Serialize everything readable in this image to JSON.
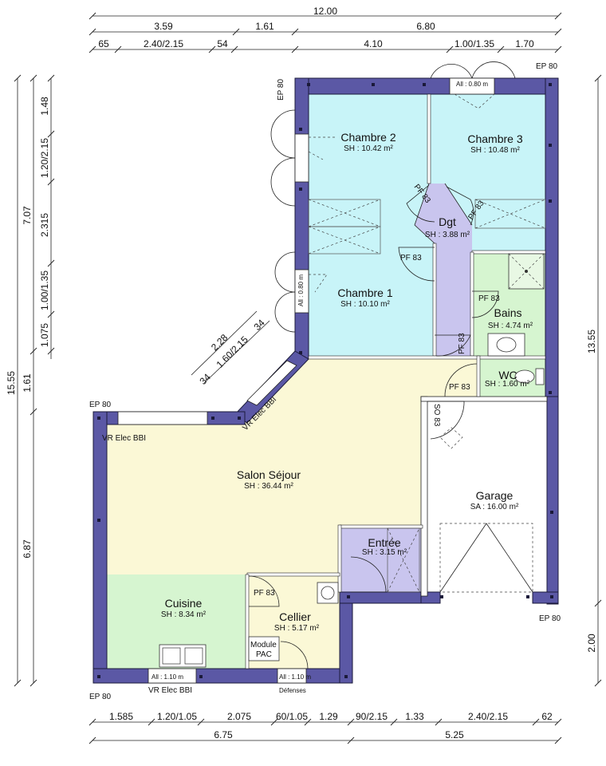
{
  "dimensions": {
    "top_total": "12.00",
    "top_row2": [
      "3.59",
      "1.61",
      "6.80"
    ],
    "top_row3": [
      "65",
      "2.40/2.15",
      "54",
      "4.10",
      "1.00/1.35",
      "1.70"
    ],
    "bottom_row1": [
      "1.585",
      "1.20/1.05",
      "2.075",
      "60/1.05",
      "1.29",
      "90/2.15",
      "1.33",
      "2.40/2.15",
      "62"
    ],
    "bottom_row2": [
      "6.75",
      "5.25"
    ],
    "left_outer": [
      "15.55"
    ],
    "left_mid": [
      "7.07",
      "1.61",
      "6.87"
    ],
    "left_inner": [
      "1.48",
      "1.20/2.15",
      "2.315",
      "1.00/1.35",
      "1.075"
    ],
    "right_outer": [
      "13.55",
      "2.00"
    ],
    "diagonal": [
      "2.28",
      "34",
      "1.60/2.15",
      "34"
    ]
  },
  "rooms": [
    {
      "name": "Chambre 2",
      "area": "SH : 10.42 m²",
      "color": "#c8f4f8"
    },
    {
      "name": "Chambre 3",
      "area": "SH : 10.48 m²",
      "color": "#c8f4f8"
    },
    {
      "name": "Dgt",
      "area": "SH : 3.88 m²",
      "color": "#c9c5ee"
    },
    {
      "name": "Chambre 1",
      "area": "SH : 10.10 m²",
      "color": "#c8f4f8"
    },
    {
      "name": "Bains",
      "area": "SH : 4.74 m²",
      "color": "#d6f5d0"
    },
    {
      "name": "WC",
      "area": "SH : 1.60 m²",
      "color": "#d6f5d0"
    },
    {
      "name": "Salon Séjour",
      "area": "SH : 36.44 m²",
      "color": "#fbf8d6"
    },
    {
      "name": "Garage",
      "area": "SA : 16.00 m²",
      "color": "#ffffff"
    },
    {
      "name": "Entrée",
      "area": "SH : 3.15 m²",
      "color": "#c9c5ee"
    },
    {
      "name": "Cuisine",
      "area": "SH : 8.34 m²",
      "color": "#d6f5d0"
    },
    {
      "name": "Cellier",
      "area": "SH : 5.17 m²",
      "color": "#fbf8d6"
    }
  ],
  "tags": {
    "ep80": "EP 80",
    "pf83": "PF 83",
    "so83": "SO 83",
    "all080": "All : 0.80 m",
    "all110": "All : 1.10 m",
    "vr_elec": "VR Elec BBI",
    "defenses": "Défenses",
    "module_pac_1": "Module",
    "module_pac_2": "PAC"
  },
  "colors": {
    "wall": "#5b58a5",
    "bedroom": "#c8f4f8",
    "hall": "#c9c5ee",
    "wet": "#d6f5d0",
    "living": "#fbf8d6"
  }
}
